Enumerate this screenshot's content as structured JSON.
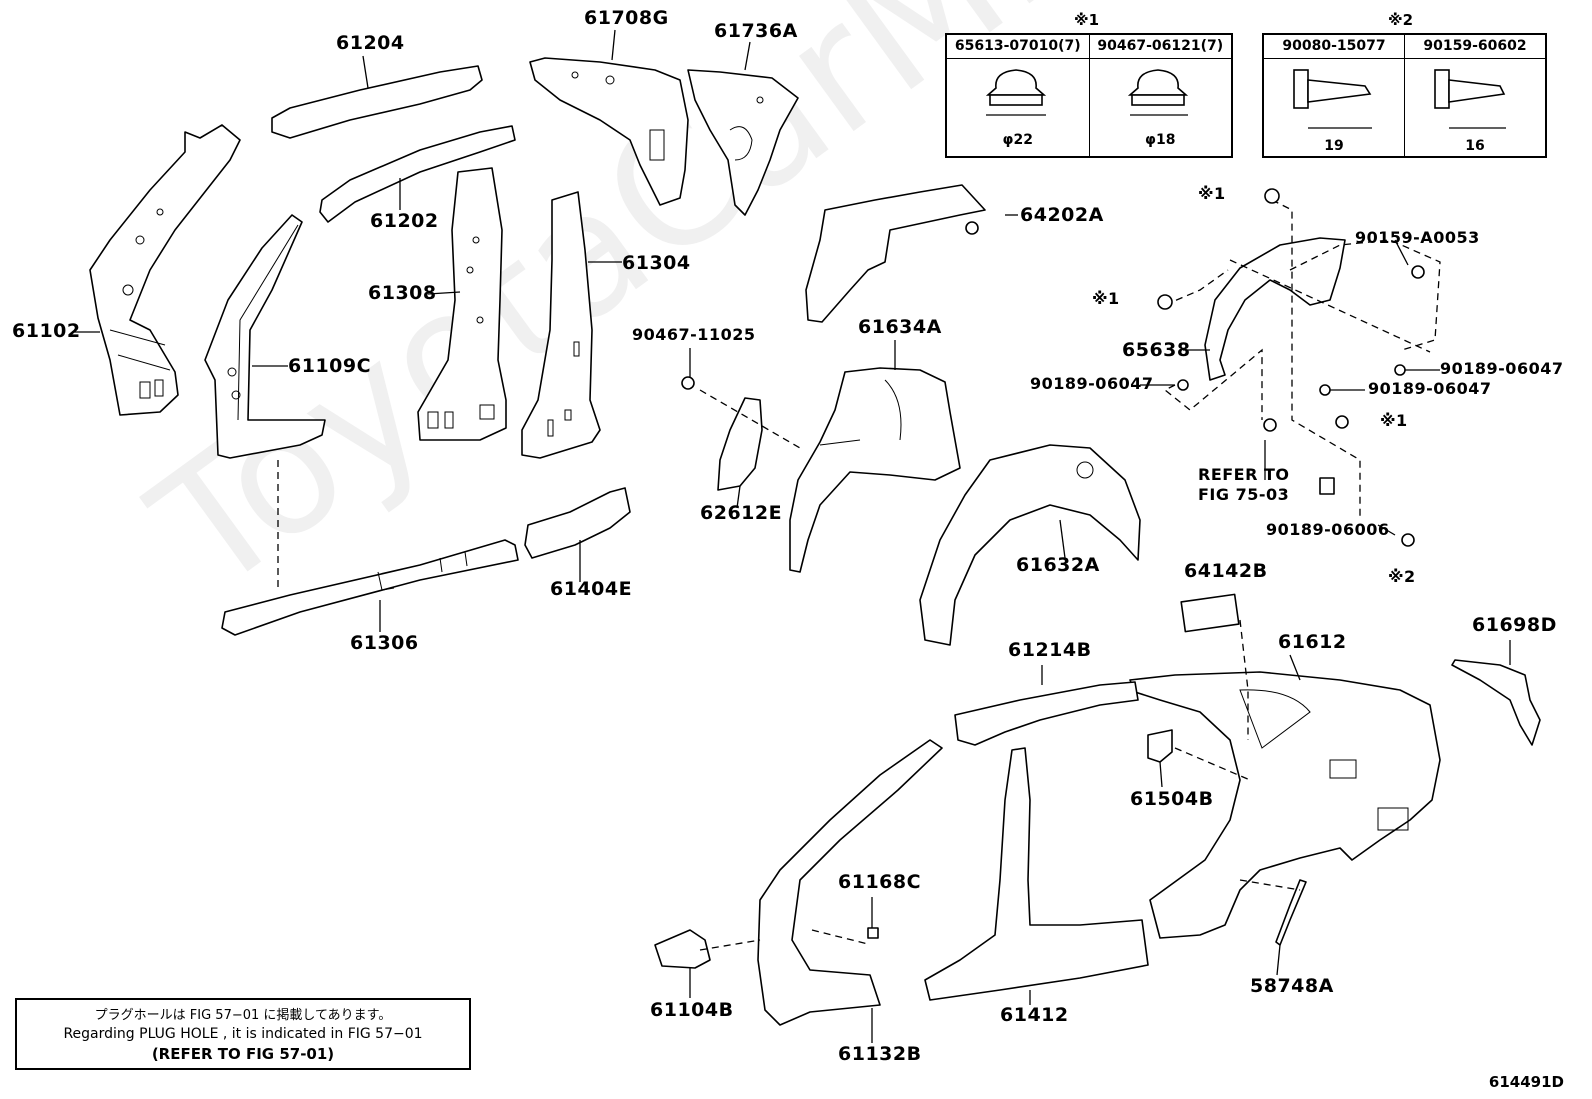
{
  "watermark": "ToyotaCarMine.ru",
  "figure_number": "614491D",
  "note": {
    "line_ja": "プラグホールは FIG 57−01 に掲載してあります。",
    "line_en": "Regarding  PLUG  HOLE , it is indicated in  FIG  57−01",
    "line_ref": "(REFER  TO  FIG  57-01)"
  },
  "fastener_tables": [
    {
      "mark": "※1",
      "columns": [
        {
          "part": "65613-07010(7)",
          "size": "φ22",
          "icon": "clip-icon"
        },
        {
          "part": "90467-06121(7)",
          "size": "φ18",
          "icon": "clip-icon"
        }
      ]
    },
    {
      "mark": "※2",
      "columns": [
        {
          "part": "90080-15077",
          "size": "19",
          "icon": "screw-icon"
        },
        {
          "part": "90159-60602",
          "size": "16",
          "icon": "screw-icon"
        }
      ]
    }
  ],
  "callouts": [
    {
      "id": "61204",
      "text": "61204"
    },
    {
      "id": "61708G",
      "text": "61708G"
    },
    {
      "id": "61736A",
      "text": "61736A"
    },
    {
      "id": "61202",
      "text": "61202"
    },
    {
      "id": "61308",
      "text": "61308"
    },
    {
      "id": "61304",
      "text": "61304"
    },
    {
      "id": "61102",
      "text": "61102"
    },
    {
      "id": "61109C",
      "text": "61109C"
    },
    {
      "id": "61306",
      "text": "61306"
    },
    {
      "id": "61404E",
      "text": "61404E"
    },
    {
      "id": "64202A",
      "text": "64202A"
    },
    {
      "id": "61634A",
      "text": "61634A"
    },
    {
      "id": "90467-11025",
      "text": "90467-11025"
    },
    {
      "id": "62612E",
      "text": "62612E"
    },
    {
      "id": "61632A",
      "text": "61632A"
    },
    {
      "id": "k1-top",
      "text": "※1"
    },
    {
      "id": "k1-mid",
      "text": "※1"
    },
    {
      "id": "k1-low",
      "text": "※1"
    },
    {
      "id": "k2-low",
      "text": "※2"
    },
    {
      "id": "90159-A0053",
      "text": "90159-A0053"
    },
    {
      "id": "65638",
      "text": "65638"
    },
    {
      "id": "90189-06047-a",
      "text": "90189-06047"
    },
    {
      "id": "90189-06047-b",
      "text": "90189-06047"
    },
    {
      "id": "90189-06047-c",
      "text": "90189-06047"
    },
    {
      "id": "refer-75-03-a",
      "text": "REFER TO"
    },
    {
      "id": "refer-75-03-b",
      "text": "FIG 75-03"
    },
    {
      "id": "90189-06006",
      "text": "90189-06006"
    },
    {
      "id": "64142B",
      "text": "64142B"
    },
    {
      "id": "61612",
      "text": "61612"
    },
    {
      "id": "61698D",
      "text": "61698D"
    },
    {
      "id": "61214B",
      "text": "61214B"
    },
    {
      "id": "61504B",
      "text": "61504B"
    },
    {
      "id": "61168C",
      "text": "61168C"
    },
    {
      "id": "61104B",
      "text": "61104B"
    },
    {
      "id": "61132B",
      "text": "61132B"
    },
    {
      "id": "61412",
      "text": "61412"
    },
    {
      "id": "58748A",
      "text": "58748A"
    }
  ]
}
